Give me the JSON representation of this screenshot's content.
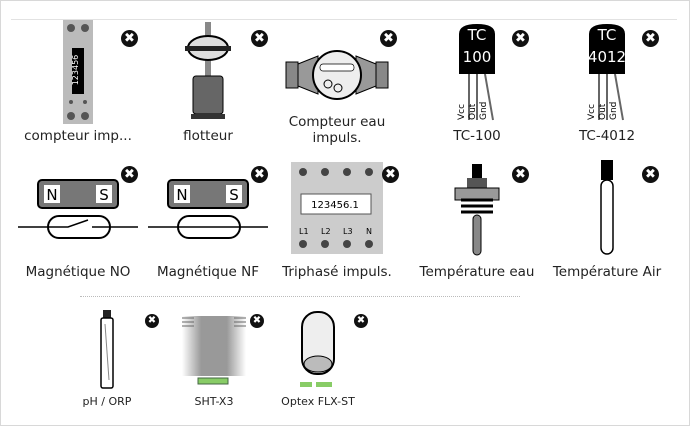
{
  "items": [
    {
      "label": "compteur imp..."
    },
    {
      "label": "flotteur"
    },
    {
      "label": "Compteur eau impuls."
    },
    {
      "label": "TC-100",
      "chip": [
        "TC",
        "100"
      ]
    },
    {
      "label": "TC-4012",
      "chip": [
        "TC",
        "4012"
      ]
    },
    {
      "label": "Magnétique NO"
    },
    {
      "label": "Magnétique NF"
    },
    {
      "label": "Triphasé impuls.",
      "display": "123456.1",
      "terminals": [
        "L1",
        "L2",
        "L3",
        "N"
      ]
    },
    {
      "label": "Température eau"
    },
    {
      "label": "Température Air"
    },
    {
      "label": "pH / ORP"
    },
    {
      "label": "SHT-X3"
    },
    {
      "label": "Optex FLX-ST"
    }
  ],
  "pins": [
    "Vcc",
    "Out",
    "Gnd"
  ],
  "counter_digits": "123456",
  "remove_glyph": "✖"
}
